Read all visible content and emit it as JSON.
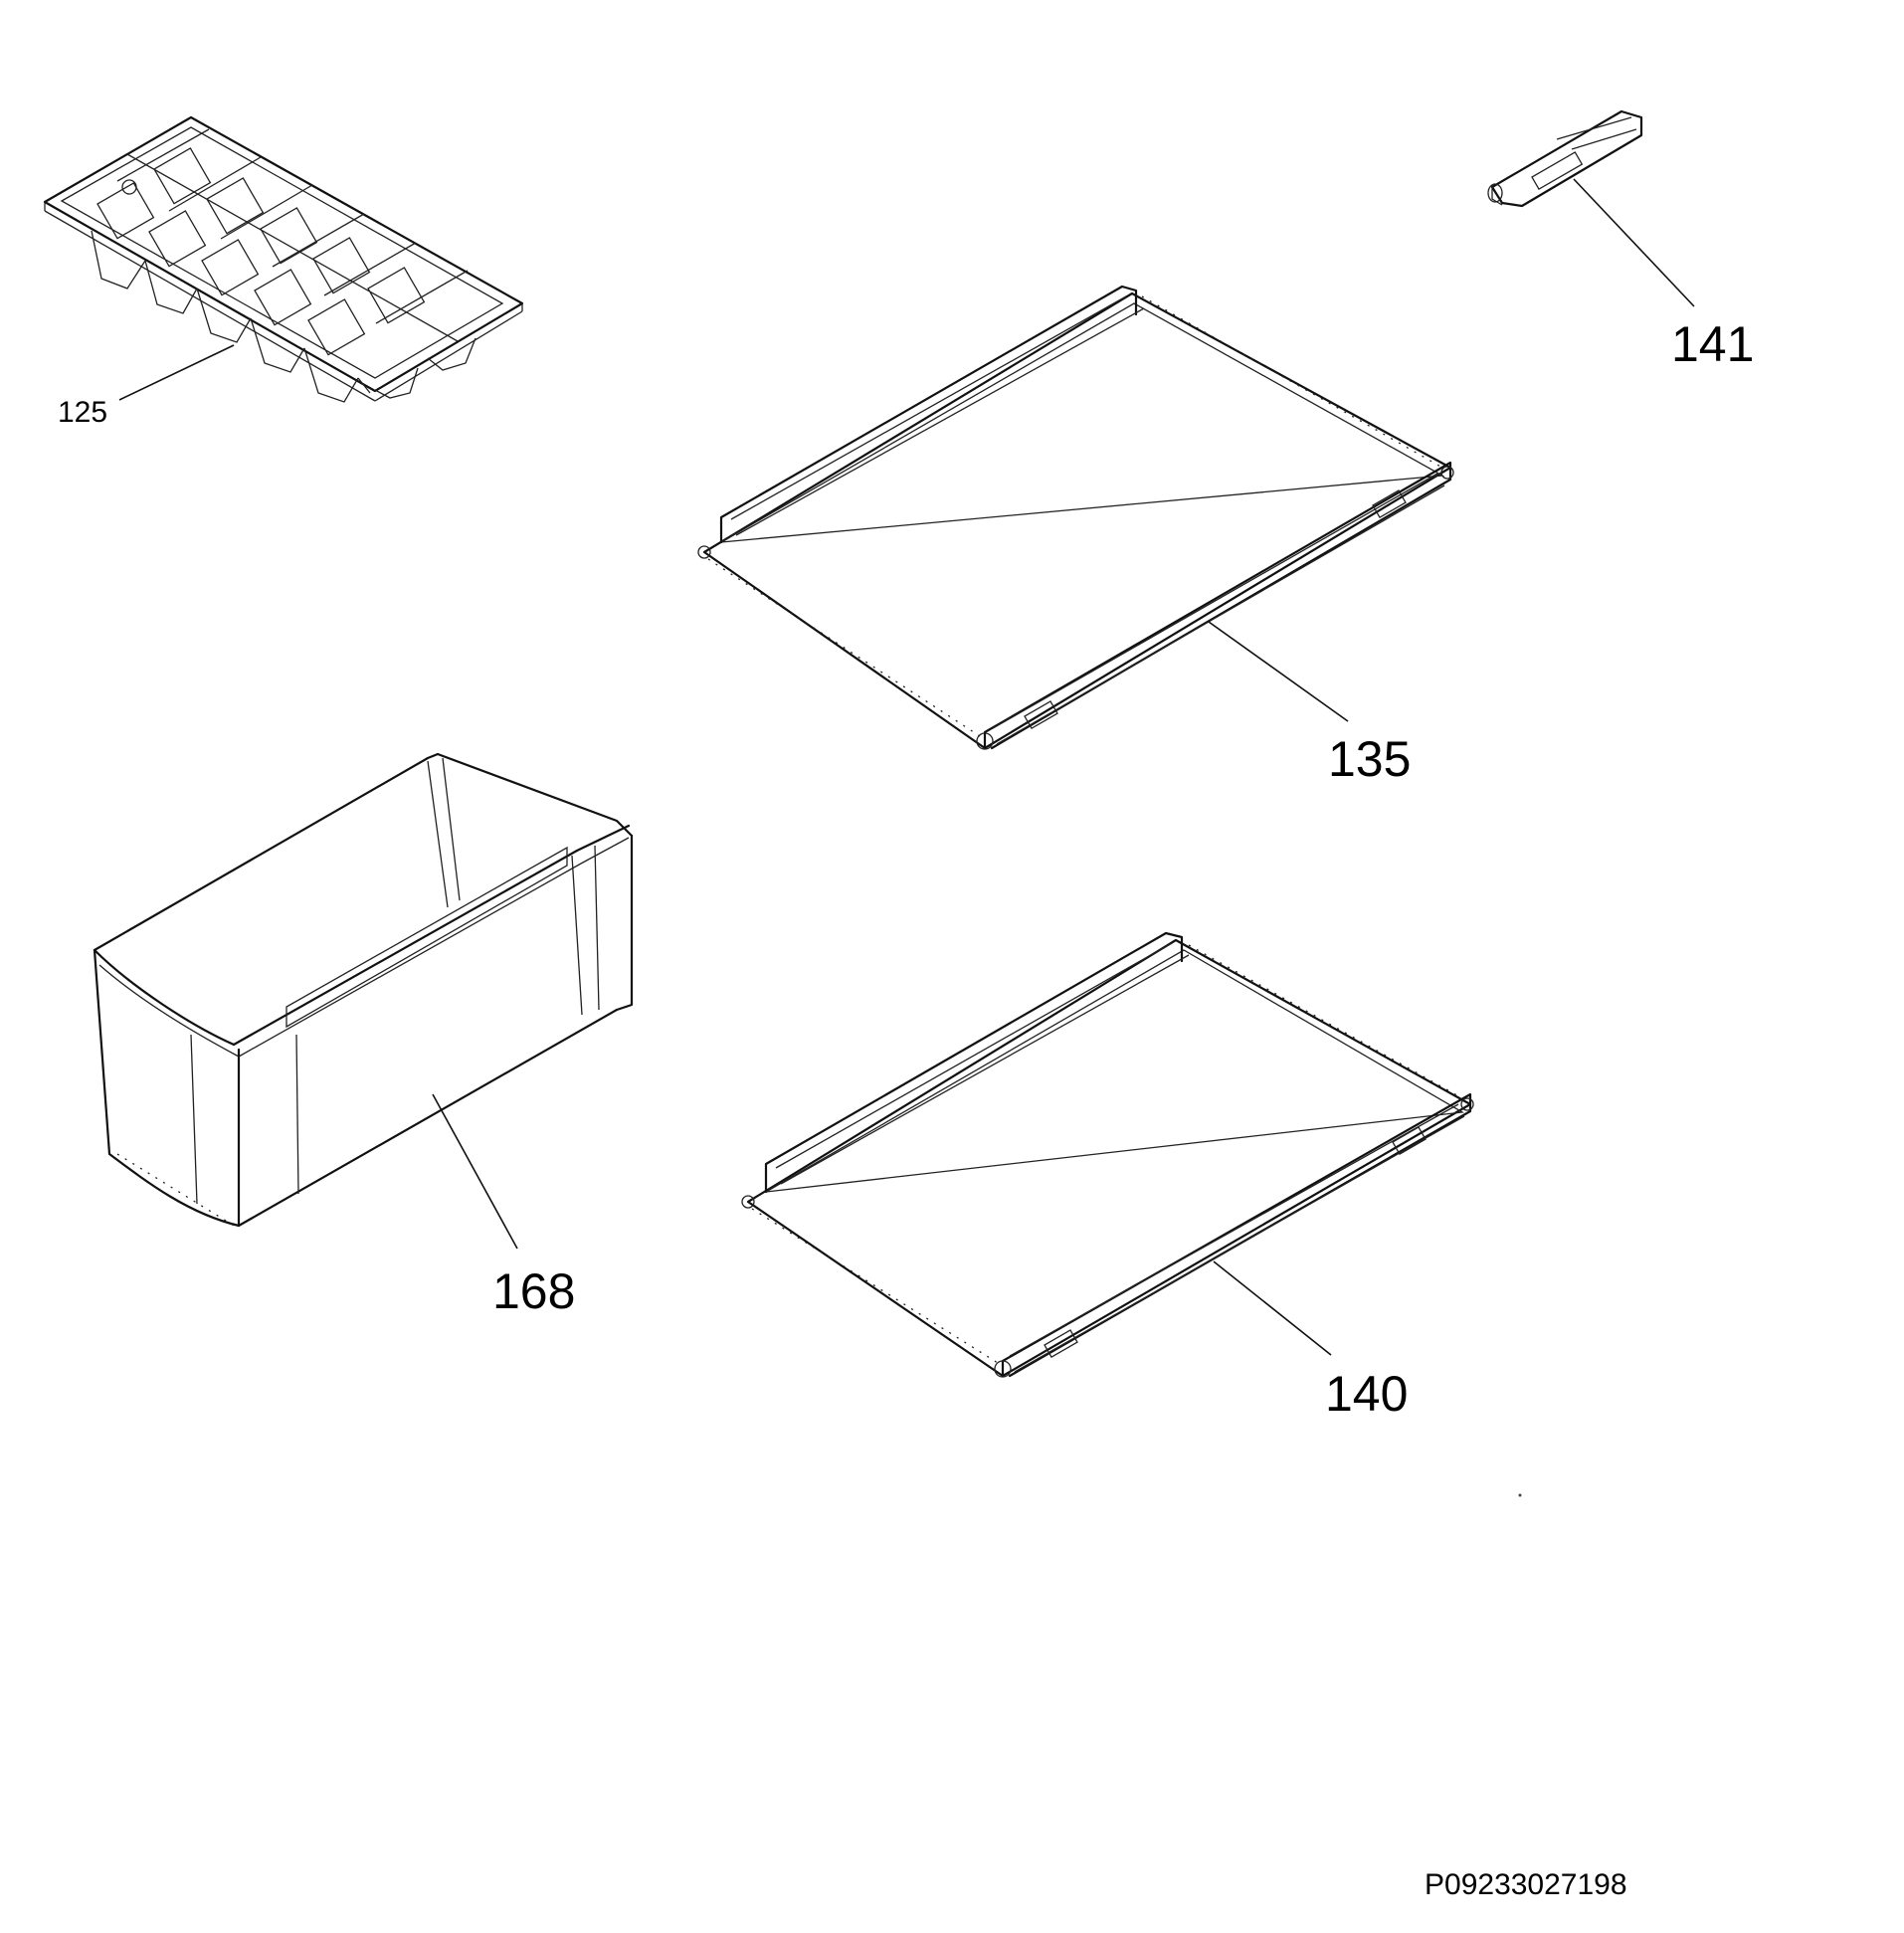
{
  "parts": [
    {
      "id": "ice-tray",
      "number": "125"
    },
    {
      "id": "shelf-upper",
      "number": "135"
    },
    {
      "id": "shelf-lower",
      "number": "140"
    },
    {
      "id": "shelf-clip",
      "number": "141"
    },
    {
      "id": "crisper-drawer",
      "number": "168"
    }
  ],
  "drawing_ref": "P09233027198"
}
